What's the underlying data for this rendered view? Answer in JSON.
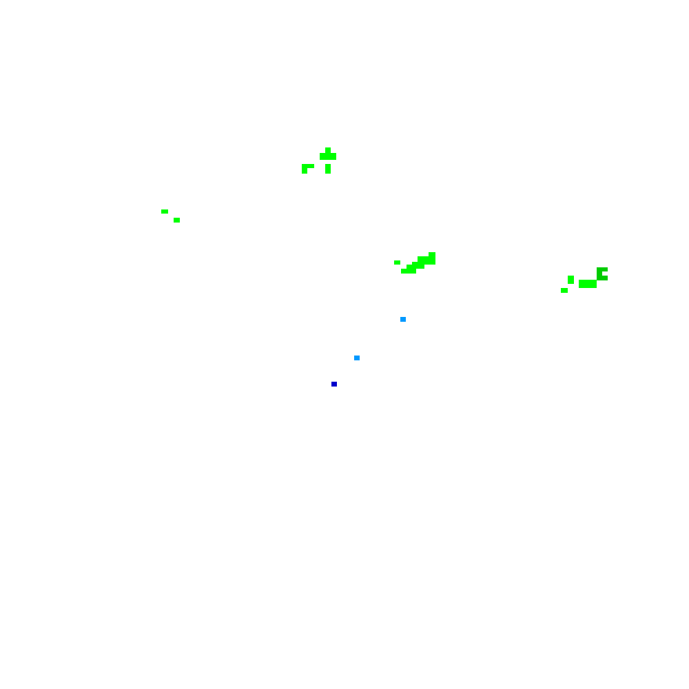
{
  "palette": {
    "background": "#ffffff",
    "green_bright": "#00ff00",
    "green_dark": "#00cc00",
    "cyan_blue": "#0099ff",
    "dark_blue": "#0000cc"
  },
  "clusters": [
    {
      "name": "cluster-top-center",
      "color": "green_bright"
    },
    {
      "name": "cluster-left",
      "color": "green_bright"
    },
    {
      "name": "cluster-center",
      "color": "green_bright"
    },
    {
      "name": "cluster-right",
      "color": "green_bright",
      "accent_color": "green_dark"
    },
    {
      "name": "dot-blue-upper",
      "color": "cyan_blue"
    },
    {
      "name": "dot-blue-middle",
      "color": "cyan_blue"
    },
    {
      "name": "dot-blue-lower",
      "color": "dark_blue"
    }
  ]
}
